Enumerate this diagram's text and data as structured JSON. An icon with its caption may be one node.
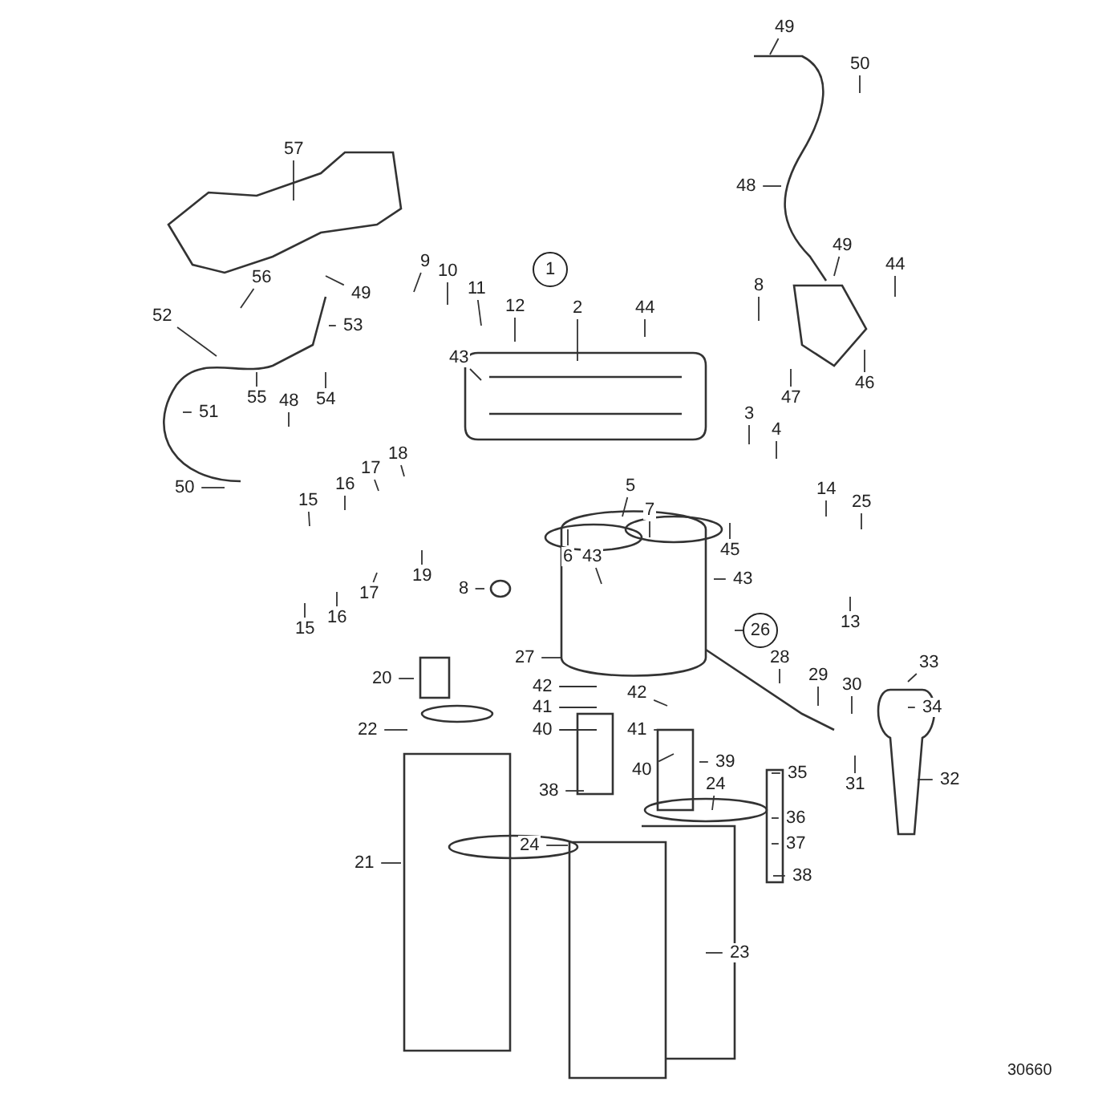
{
  "diagram": {
    "nodes": [
      {
        "text": [
          "1"
        ]
      },
      {
        "text": [
          "57"
        ]
      },
      {
        "text": [
          "48"
        ]
      },
      {
        "text": [
          "49"
        ]
      },
      {
        "text": [
          "50"
        ]
      },
      {
        "text": [
          "9"
        ]
      },
      {
        "text": [
          "10"
        ]
      },
      {
        "text": [
          "11"
        ]
      },
      {
        "text": [
          "12"
        ]
      },
      {
        "text": [
          "2"
        ]
      },
      {
        "text": [
          "44"
        ]
      },
      {
        "text": [
          "8"
        ]
      },
      {
        "text": [
          "49"
        ]
      },
      {
        "text": [
          "44"
        ]
      },
      {
        "text": [
          "56"
        ]
      },
      {
        "text": [
          "49"
        ]
      },
      {
        "text": [
          "52"
        ]
      },
      {
        "text": [
          "53"
        ]
      },
      {
        "text": [
          "43"
        ]
      },
      {
        "text": [
          "47"
        ]
      },
      {
        "text": [
          "46"
        ]
      },
      {
        "text": [
          "55"
        ]
      },
      {
        "text": [
          "54"
        ]
      },
      {
        "text": [
          "51"
        ]
      },
      {
        "text": [
          "48"
        ]
      },
      {
        "text": [
          "3"
        ]
      },
      {
        "text": [
          "4"
        ]
      },
      {
        "text": [
          "50"
        ]
      },
      {
        "text": [
          "18"
        ]
      },
      {
        "text": [
          "17"
        ]
      },
      {
        "text": [
          "16"
        ]
      },
      {
        "text": [
          "15"
        ]
      },
      {
        "text": [
          "5"
        ]
      },
      {
        "text": [
          "14"
        ]
      },
      {
        "text": [
          "25"
        ]
      },
      {
        "text": [
          "7"
        ]
      },
      {
        "text": [
          "19"
        ]
      },
      {
        "text": [
          "17"
        ]
      },
      {
        "text": [
          "16"
        ]
      },
      {
        "text": [
          "15"
        ]
      },
      {
        "text": [
          "6"
        ]
      },
      {
        "text": [
          "43"
        ]
      },
      {
        "text": [
          "45"
        ]
      },
      {
        "text": [
          "43"
        ]
      },
      {
        "text": [
          "8"
        ]
      },
      {
        "text": [
          "13"
        ]
      },
      {
        "text": [
          "26"
        ]
      },
      {
        "text": [
          "27"
        ]
      },
      {
        "text": [
          "28"
        ]
      },
      {
        "text": [
          "29"
        ]
      },
      {
        "text": [
          "30"
        ]
      },
      {
        "text": [
          "33"
        ]
      },
      {
        "text": [
          "34"
        ]
      },
      {
        "text": [
          "20"
        ]
      },
      {
        "text": [
          "42"
        ]
      },
      {
        "text": [
          "41"
        ]
      },
      {
        "text": [
          "40"
        ]
      },
      {
        "text": [
          "42"
        ]
      },
      {
        "text": [
          "41"
        ]
      },
      {
        "text": [
          "40"
        ]
      },
      {
        "text": [
          "39"
        ]
      },
      {
        "text": [
          "31"
        ]
      },
      {
        "text": [
          "32"
        ]
      },
      {
        "text": [
          "22"
        ]
      },
      {
        "text": [
          "35"
        ]
      },
      {
        "text": [
          "24"
        ]
      },
      {
        "text": [
          "38"
        ]
      },
      {
        "text": [
          "36"
        ]
      },
      {
        "text": [
          "37"
        ]
      },
      {
        "text": [
          "24"
        ]
      },
      {
        "text": [
          "21"
        ]
      },
      {
        "text": [
          "38"
        ]
      },
      {
        "text": [
          "23"
        ]
      }
    ],
    "edges": [
      {
        "from": 1,
        "to": null,
        "arrow": "none"
      },
      {
        "from": 2,
        "to": null,
        "arrow": "none"
      },
      {
        "from": 3,
        "to": null,
        "arrow": "none"
      },
      {
        "from": 4,
        "to": null,
        "arrow": "none"
      },
      {
        "from": 5,
        "to": null,
        "arrow": "none"
      },
      {
        "from": 6,
        "to": null,
        "arrow": "none"
      },
      {
        "from": 7,
        "to": null,
        "arrow": "none"
      },
      {
        "from": 8,
        "to": null,
        "arrow": "none"
      },
      {
        "from": 9,
        "to": null,
        "arrow": "none"
      },
      {
        "from": 10,
        "to": null,
        "arrow": "none"
      },
      {
        "from": 11,
        "to": null,
        "arrow": "none"
      },
      {
        "from": 12,
        "to": null,
        "arrow": "none"
      },
      {
        "from": 13,
        "to": null,
        "arrow": "none"
      },
      {
        "from": 14,
        "to": null,
        "arrow": "none"
      },
      {
        "from": 15,
        "to": null,
        "arrow": "none"
      },
      {
        "from": 16,
        "to": null,
        "arrow": "none"
      },
      {
        "from": 17,
        "to": null,
        "arrow": "none"
      },
      {
        "from": 18,
        "to": null,
        "arrow": "none"
      },
      {
        "from": 19,
        "to": null,
        "arrow": "none"
      },
      {
        "from": 20,
        "to": null,
        "arrow": "none"
      },
      {
        "from": 21,
        "to": null,
        "arrow": "none"
      },
      {
        "from": 22,
        "to": null,
        "arrow": "none"
      },
      {
        "from": 23,
        "to": null,
        "arrow": "none"
      },
      {
        "from": 24,
        "to": null,
        "arrow": "none"
      },
      {
        "from": 25,
        "to": null,
        "arrow": "none"
      },
      {
        "from": 26,
        "to": null,
        "arrow": "none"
      },
      {
        "from": 27,
        "to": null,
        "arrow": "none"
      },
      {
        "from": 28,
        "to": null,
        "arrow": "none"
      },
      {
        "from": 29,
        "to": null,
        "arrow": "none"
      },
      {
        "from": 30,
        "to": null,
        "arrow": "none"
      },
      {
        "from": 31,
        "to": null,
        "arrow": "none"
      },
      {
        "from": 32,
        "to": null,
        "arrow": "none"
      },
      {
        "from": 33,
        "to": null,
        "arrow": "none"
      },
      {
        "from": 34,
        "to": null,
        "arrow": "none"
      },
      {
        "from": 35,
        "to": null,
        "arrow": "none"
      },
      {
        "from": 36,
        "to": null,
        "arrow": "none"
      },
      {
        "from": 37,
        "to": null,
        "arrow": "none"
      },
      {
        "from": 38,
        "to": null,
        "arrow": "none"
      },
      {
        "from": 39,
        "to": null,
        "arrow": "none"
      },
      {
        "from": 40,
        "to": null,
        "arrow": "none"
      },
      {
        "from": 41,
        "to": null,
        "arrow": "none"
      },
      {
        "from": 42,
        "to": null,
        "arrow": "none"
      },
      {
        "from": 43,
        "to": null,
        "arrow": "none"
      },
      {
        "from": 44,
        "to": null,
        "arrow": "none"
      },
      {
        "from": 45,
        "to": null,
        "arrow": "none"
      },
      {
        "from": 46,
        "to": null,
        "arrow": "none"
      },
      {
        "from": 47,
        "to": null,
        "arrow": "none"
      },
      {
        "from": 48,
        "to": null,
        "arrow": "none"
      },
      {
        "from": 49,
        "to": null,
        "arrow": "none"
      },
      {
        "from": 50,
        "to": null,
        "arrow": "none"
      },
      {
        "from": 51,
        "to": null,
        "arrow": "none"
      },
      {
        "from": 52,
        "to": null,
        "arrow": "none"
      },
      {
        "from": 53,
        "to": null,
        "arrow": "none"
      },
      {
        "from": 54,
        "to": null,
        "arrow": "none"
      },
      {
        "from": 55,
        "to": null,
        "arrow": "none"
      },
      {
        "from": 56,
        "to": null,
        "arrow": "none"
      },
      {
        "from": 57,
        "to": null,
        "arrow": "none"
      },
      {
        "from": 58,
        "to": null,
        "arrow": "none"
      },
      {
        "from": 59,
        "to": null,
        "arrow": "none"
      },
      {
        "from": 60,
        "to": null,
        "arrow": "none"
      },
      {
        "from": 61,
        "to": null,
        "arrow": "none"
      },
      {
        "from": 62,
        "to": null,
        "arrow": "none"
      },
      {
        "from": 63,
        "to": null,
        "arrow": "none"
      },
      {
        "from": 64,
        "to": null,
        "arrow": "none"
      },
      {
        "from": 65,
        "to": null,
        "arrow": "none"
      },
      {
        "from": 66,
        "to": null,
        "arrow": "none"
      },
      {
        "from": 67,
        "to": null,
        "arrow": "none"
      },
      {
        "from": 68,
        "to": null,
        "arrow": "none"
      },
      {
        "from": 69,
        "to": null,
        "arrow": "none"
      },
      {
        "from": 70,
        "to": null,
        "arrow": "none"
      },
      {
        "from": 71,
        "to": null,
        "arrow": "none"
      },
      {
        "from": 72,
        "to": null,
        "arrow": "none"
      }
    ],
    "labels": [
      "30660"
    ]
  }
}
